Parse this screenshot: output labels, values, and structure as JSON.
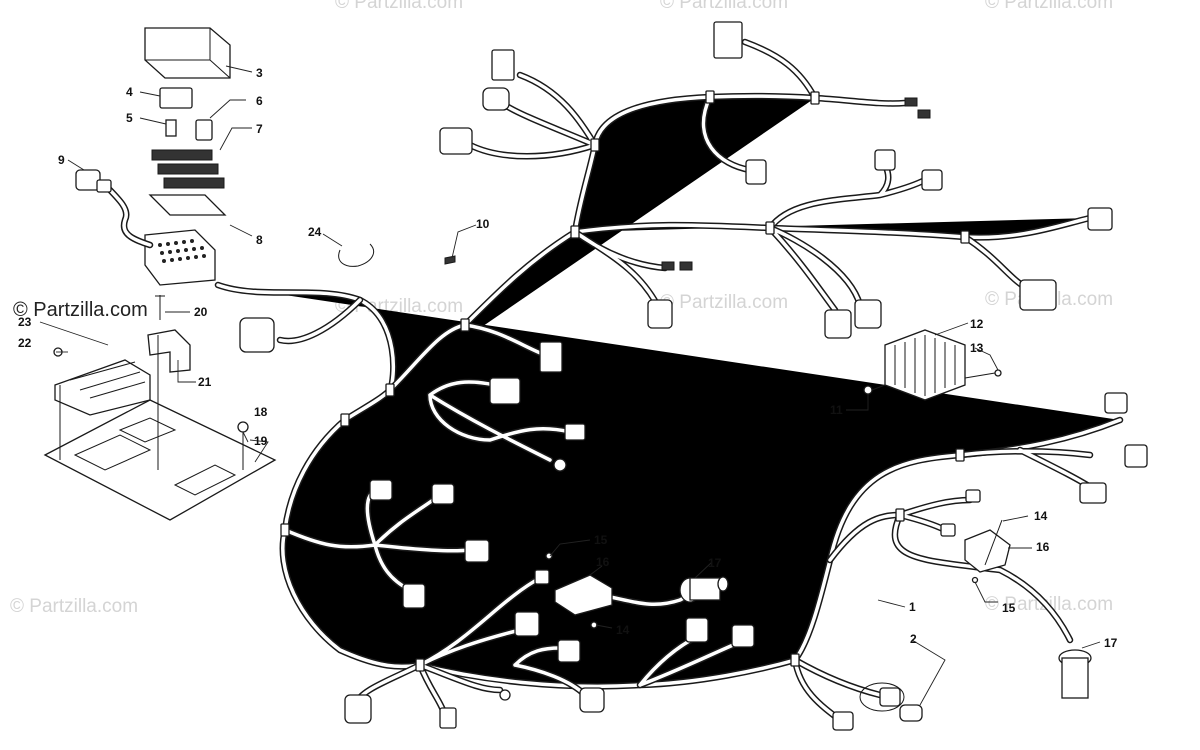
{
  "brand": {
    "text": "© Partzilla.com"
  },
  "watermark": {
    "text": "© Partzilla.com"
  },
  "callouts": {
    "n1": "1",
    "n2": "2",
    "n3": "3",
    "n4": "4",
    "n5": "5",
    "n6": "6",
    "n7": "7",
    "n8": "8",
    "n9": "9",
    "n10": "10",
    "n11": "11",
    "n12": "12",
    "n13": "13",
    "n14a": "14",
    "n14b": "14",
    "n15a": "15",
    "n15b": "15",
    "n16a": "16",
    "n16b": "16",
    "n17a": "17",
    "n17b": "17",
    "n18": "18",
    "n19": "19",
    "n20": "20",
    "n21": "21",
    "n22": "22",
    "n23": "23",
    "n24": "24"
  }
}
